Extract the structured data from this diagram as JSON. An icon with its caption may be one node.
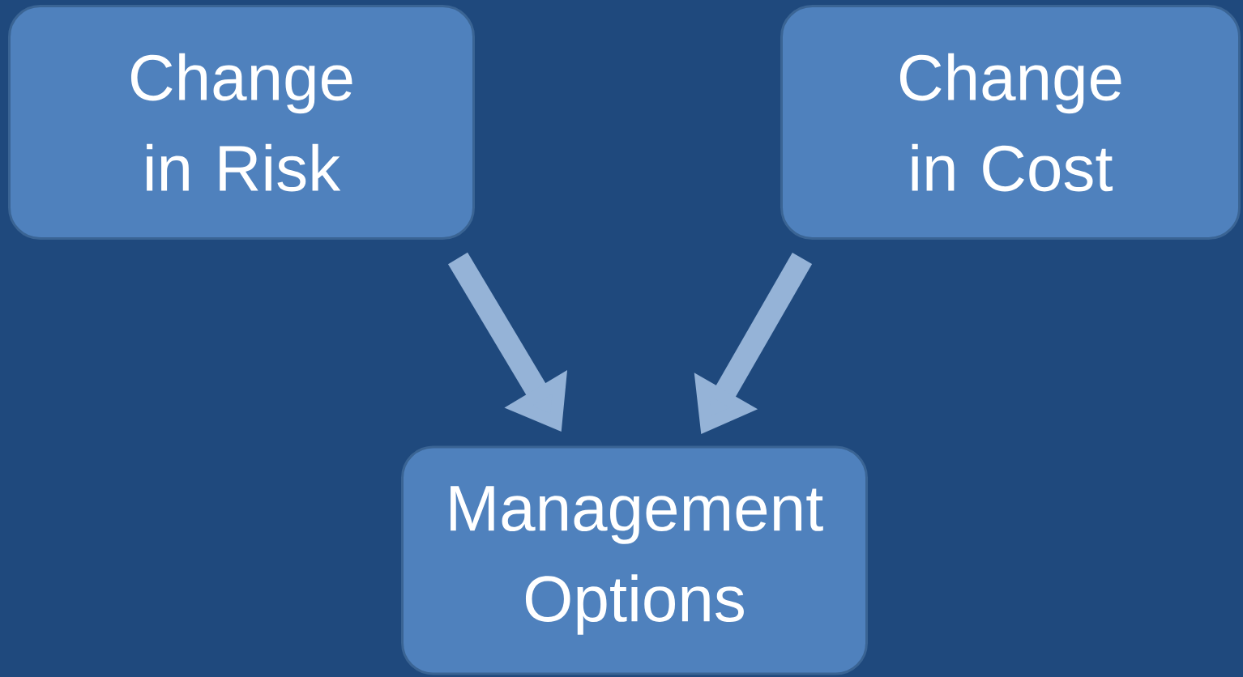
{
  "diagram": {
    "nodes": [
      {
        "text": [
          "Change in Risk"
        ]
      },
      {
        "text": [
          "Change in Cost"
        ]
      },
      {
        "text": [
          "Management Options"
        ]
      }
    ],
    "edges": [
      {
        "from": 0,
        "to": 2,
        "arrow": "to"
      },
      {
        "from": 1,
        "to": 2,
        "arrow": "to"
      }
    ]
  }
}
